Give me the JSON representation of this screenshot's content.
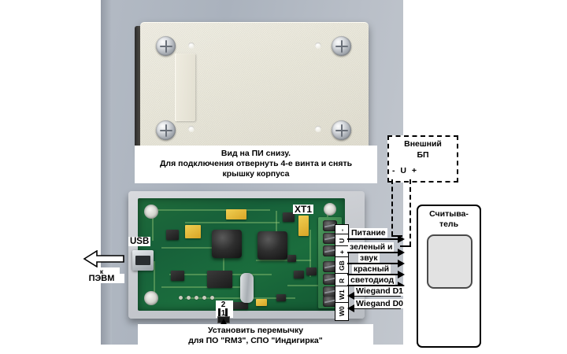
{
  "photo": {
    "lid_caption": {
      "line1": "Вид на ПИ снизу.",
      "line2": "Для подключения отвернуть 4-е винта и снять",
      "line3": "крышку корпуса"
    },
    "bottom_caption": {
      "line1": "Установить перемычку",
      "line2": "для ПО \"RM3\", СПО \"Индигирка\""
    }
  },
  "board": {
    "usb_label": "USB",
    "pc_arrow_small": "к",
    "pc_arrow_label": "ПЭВМ",
    "connector_label": "XT1",
    "jumper_pins": "2 1"
  },
  "terminals": {
    "pins": [
      "-",
      "U",
      "+",
      "GB",
      "R",
      "W1",
      "W0"
    ],
    "callouts": [
      "Питание",
      "зеленый и",
      "звук",
      "красный",
      "светодиод",
      "Wiegand D1",
      "Wiegand D0"
    ]
  },
  "psu": {
    "line1": "Внешний",
    "line2": "БП",
    "polarity": "- U +"
  },
  "reader": {
    "line1": "Считыва-",
    "line2": "тель"
  },
  "colors": {
    "pcb_green": "#1b6d3d",
    "terminal_green": "#2f7a45",
    "case_cream": "#eceadd",
    "case_grey": "#c6c9ce",
    "photo_backdrop": "#b3bac4",
    "line_black": "#000000"
  }
}
